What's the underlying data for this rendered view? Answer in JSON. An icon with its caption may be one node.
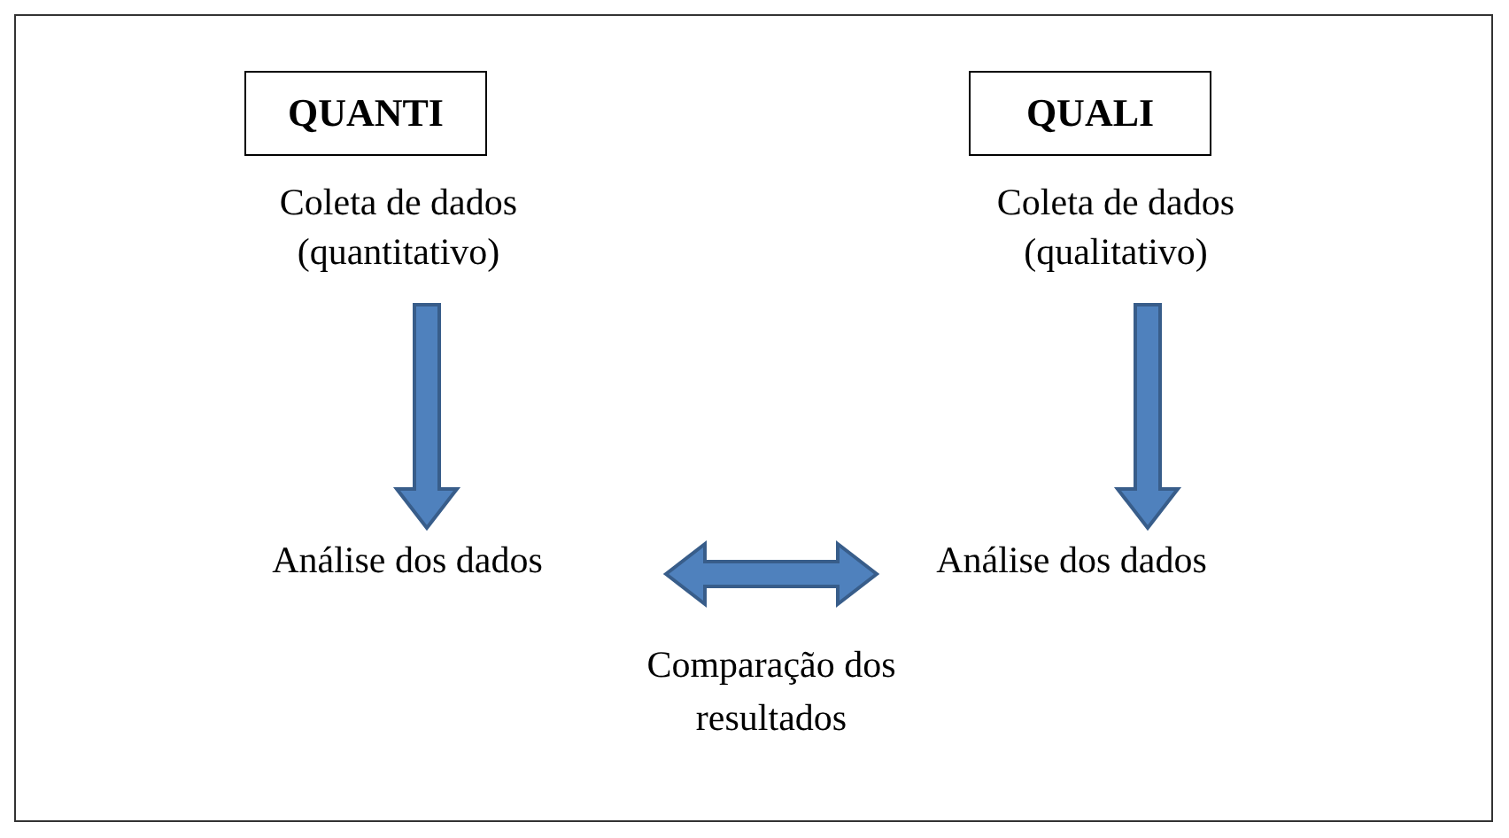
{
  "diagram": {
    "nodes": [
      {
        "text": [
          "QUANTI"
        ]
      },
      {
        "text": [
          "QUALI"
        ]
      },
      {
        "text": [
          "Coleta de dados (quantitativo)"
        ]
      },
      {
        "text": [
          "Coleta de dados (qualitativo)"
        ]
      },
      {
        "text": [
          "Análise dos dados"
        ]
      },
      {
        "text": [
          "Análise dos dados"
        ]
      }
    ],
    "edges": [
      {
        "from": 2,
        "to": 4,
        "arrow": "to"
      },
      {
        "from": 3,
        "to": 5,
        "arrow": "to"
      },
      {
        "from": 4,
        "to": 5,
        "arrow": "both",
        "label": "Comparação dos resultados"
      }
    ]
  }
}
